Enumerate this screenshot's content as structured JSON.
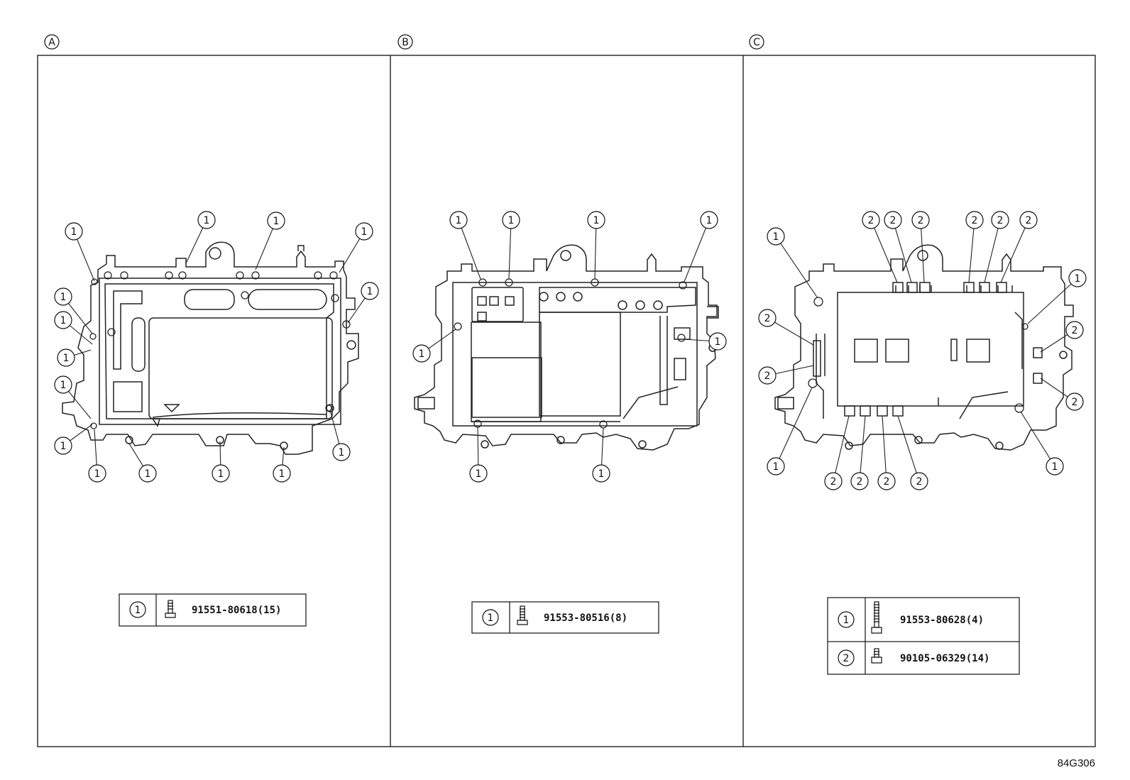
{
  "panels": [
    {
      "letter": "A",
      "table": [
        {
          "callout": "1",
          "part_number": "91551-80618(15)"
        }
      ],
      "callouts": [
        "1",
        "1",
        "1",
        "1",
        "1",
        "1",
        "1",
        "1",
        "1",
        "1",
        "1",
        "1",
        "1",
        "1",
        "1"
      ]
    },
    {
      "letter": "B",
      "table": [
        {
          "callout": "1",
          "part_number": "91553-80516(8)"
        }
      ],
      "callouts": [
        "1",
        "1",
        "1",
        "1",
        "1",
        "1",
        "1",
        "1"
      ]
    },
    {
      "letter": "C",
      "table": [
        {
          "callout": "1",
          "part_number": "91553-80628(4)"
        },
        {
          "callout": "2",
          "part_number": "90105-06329(14)"
        }
      ],
      "callouts": [
        "2",
        "2",
        "2",
        "2",
        "2",
        "2",
        "1",
        "1",
        "2",
        "2",
        "2",
        "2",
        "2",
        "2",
        "2",
        "2",
        "1",
        "1"
      ]
    }
  ],
  "diagram_code": "84G306"
}
